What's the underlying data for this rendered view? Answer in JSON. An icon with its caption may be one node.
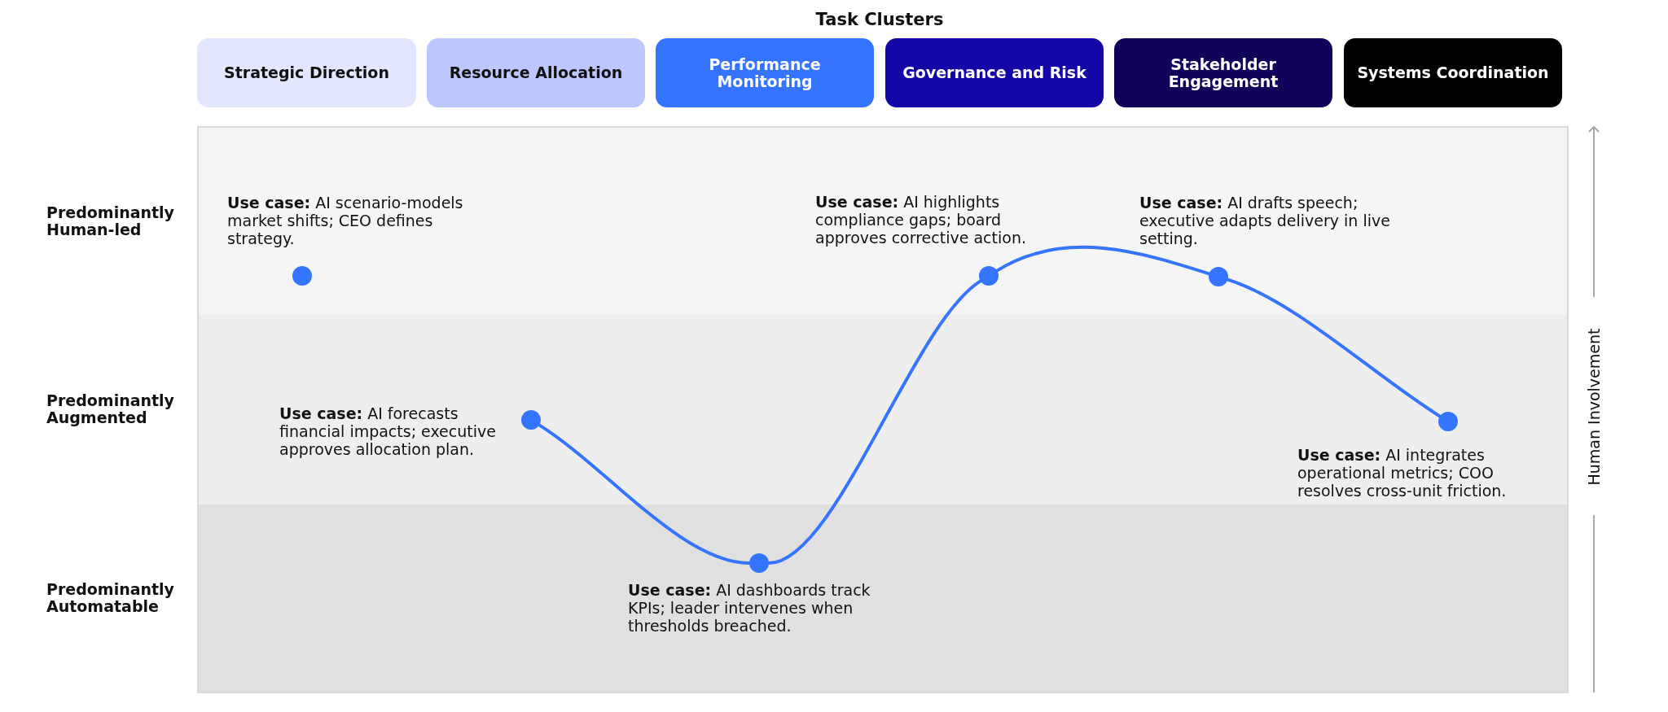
{
  "diagram": {
    "title": "Task Clusters",
    "nodes": [
      {
        "text": [
          "Strategic Direction"
        ]
      },
      {
        "text": [
          "Resource Allocation"
        ]
      },
      {
        "text": [
          "Performance Monitoring"
        ]
      },
      {
        "text": [
          "Governance and Risk"
        ]
      },
      {
        "text": [
          "Stakeholder Engagement"
        ]
      },
      {
        "text": [
          "Systems Coordination"
        ]
      },
      {
        "text": [
          "Predominantly Human-led"
        ]
      },
      {
        "text": [],
        "shape": "circle",
        "in": 6,
        "beside": [
          "**Use case:** AI scenario-models market shifts; CEO defines strategy."
        ]
      },
      {
        "text": [],
        "shape": "circle",
        "in": 6,
        "beside": [
          "**Use case:** AI highlights compliance gaps; board approves corrective action."
        ]
      },
      {
        "text": [],
        "shape": "circle",
        "in": 6,
        "beside": [
          "**Use case:** AI drafts speech; executive adapts delivery in live setting."
        ]
      },
      {
        "text": [
          "Predominantly Augmented"
        ]
      },
      {
        "text": [],
        "shape": "circle",
        "in": 10,
        "beside": [
          "**Use case:** AI forecasts financial impacts; executive approves allocation plan."
        ]
      },
      {
        "text": [],
        "shape": "circle",
        "in": 10,
        "beside": [
          "**Use case:** AI integrates operational metrics; COO resolves cross-unit friction."
        ]
      },
      {
        "text": [
          "Predominantly Automatable"
        ]
      },
      {
        "text": [],
        "shape": "circle",
        "in": 13,
        "beside": [
          "**Use case:** AI dashboards track KPIs; leader intervenes when thresholds breached."
        ]
      }
    ],
    "edges": [
      {
        "from": 11,
        "to": 14,
        "arrow": "none"
      },
      {
        "from": 14,
        "to": 8,
        "arrow": "none"
      },
      {
        "from": 8,
        "to": 9,
        "arrow": "none"
      },
      {
        "from": 9,
        "to": 12,
        "arrow": "none"
      }
    ],
    "labels": [
      "Human Involvement"
    ]
  }
}
